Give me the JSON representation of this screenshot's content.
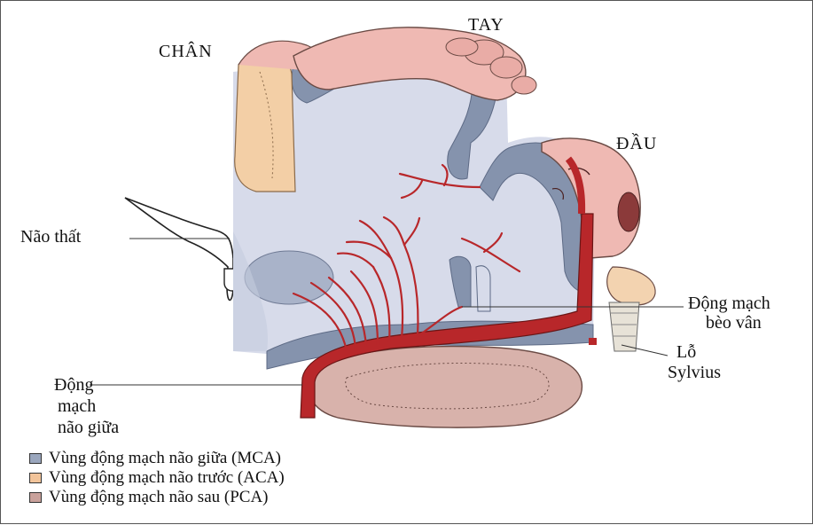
{
  "labels": {
    "chan": "CHÂN",
    "tay": "TAY",
    "dau": "ĐẦU",
    "nao_that": "Não thất",
    "dong_mach_beo_van_1": "Động mạch",
    "dong_mach_beo_van_2": "bèo vân",
    "lo_sylvius_1": "Lỗ",
    "lo_sylvius_2": "Sylvius",
    "dm_nao_giua_1": "Động",
    "dm_nao_giua_2": "mạch",
    "dm_nao_giua_3": "não giữa"
  },
  "legend": [
    {
      "label": "Vùng động mạch não giữa (MCA)",
      "color": "#9aa6bd"
    },
    {
      "label": "Vùng động mạch não trước (ACA)",
      "color": "#f2c49a"
    },
    {
      "label": "Vùng động mạch não sau (PCA)",
      "color": "#c9a19b"
    }
  ],
  "colors": {
    "mca_dark": "#8593ad",
    "mca_light": "#d7dbea",
    "aca": "#f3cfa6",
    "pca": "#d8b2ab",
    "homunculus": "#efb9b3",
    "artery": "#b8272a"
  }
}
